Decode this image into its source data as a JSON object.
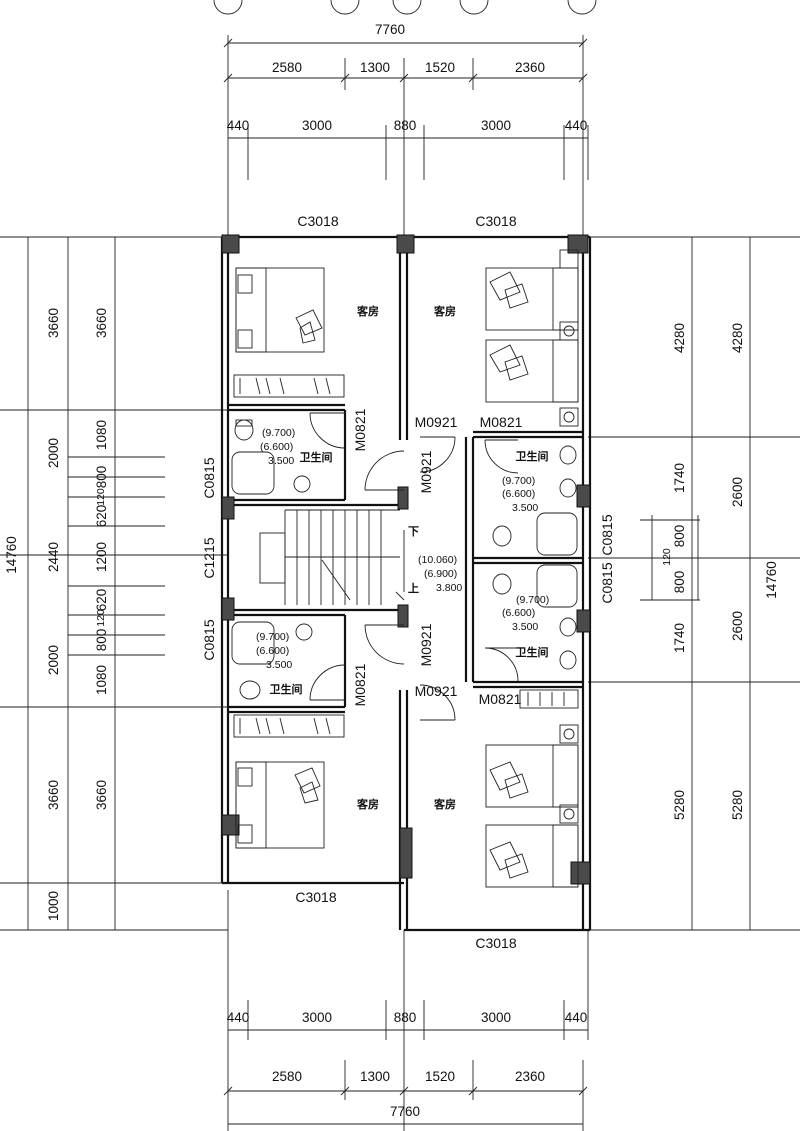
{
  "dimensions": {
    "top_total": "7760",
    "top_row2": [
      "2580",
      "1300",
      "1520",
      "2360"
    ],
    "top_row3": [
      "440",
      "3000",
      "880",
      "3000",
      "440"
    ],
    "bottom_total": "7760",
    "bottom_row2": [
      "2580",
      "1300",
      "1520",
      "2360"
    ],
    "bottom_row3": [
      "440",
      "3000",
      "880",
      "3000",
      "440"
    ],
    "left_total": "14760",
    "left_outer": [
      "3660",
      "2000",
      "2440",
      "2000",
      "3660",
      "1000"
    ],
    "left_inner": [
      "3660",
      "1080",
      "800",
      "120",
      "620",
      "1200",
      "620",
      "120",
      "800",
      "1080",
      "3660"
    ],
    "right_total": "14760",
    "right_outer": [
      "4280",
      "2600",
      "2600",
      "5280"
    ],
    "right_inner": [
      "4280",
      "1740",
      "120",
      "800",
      "800",
      "1740",
      "5280"
    ]
  },
  "windows": {
    "top_left": "C3018",
    "top_right": "C3018",
    "bottom_left": "C3018",
    "bottom_right": "C3018",
    "left_upper": "C0815",
    "left_mid": "C1215",
    "left_lower": "C0815",
    "right_upper": "C0815",
    "right_lower": "C0815"
  },
  "doors": {
    "m0921_a": "M0921",
    "m0921_b": "M0921",
    "m0921_c": "M0921",
    "m0921_d": "M0921",
    "m0821_a": "M0821",
    "m0821_b": "M0821",
    "m0821_c": "M0821",
    "m0821_d": "M0821"
  },
  "rooms": {
    "guest_room": "客房",
    "bathroom": "卫生间"
  },
  "levels": {
    "bath_upper_left": [
      "(9.700)",
      "(6.600)",
      "3.500"
    ],
    "bath_lower_left": [
      "(9.700)",
      "(6.600)",
      "3.500"
    ],
    "bath_upper_right": [
      "(9.700)",
      "(6.600)",
      "3.500"
    ],
    "bath_lower_right": [
      "(9.700)",
      "(6.600)",
      "3.500"
    ],
    "stair_landing": [
      "(10.060)",
      "(6.900)",
      "3.800"
    ]
  },
  "stair": {
    "down": "下",
    "up": "上"
  }
}
